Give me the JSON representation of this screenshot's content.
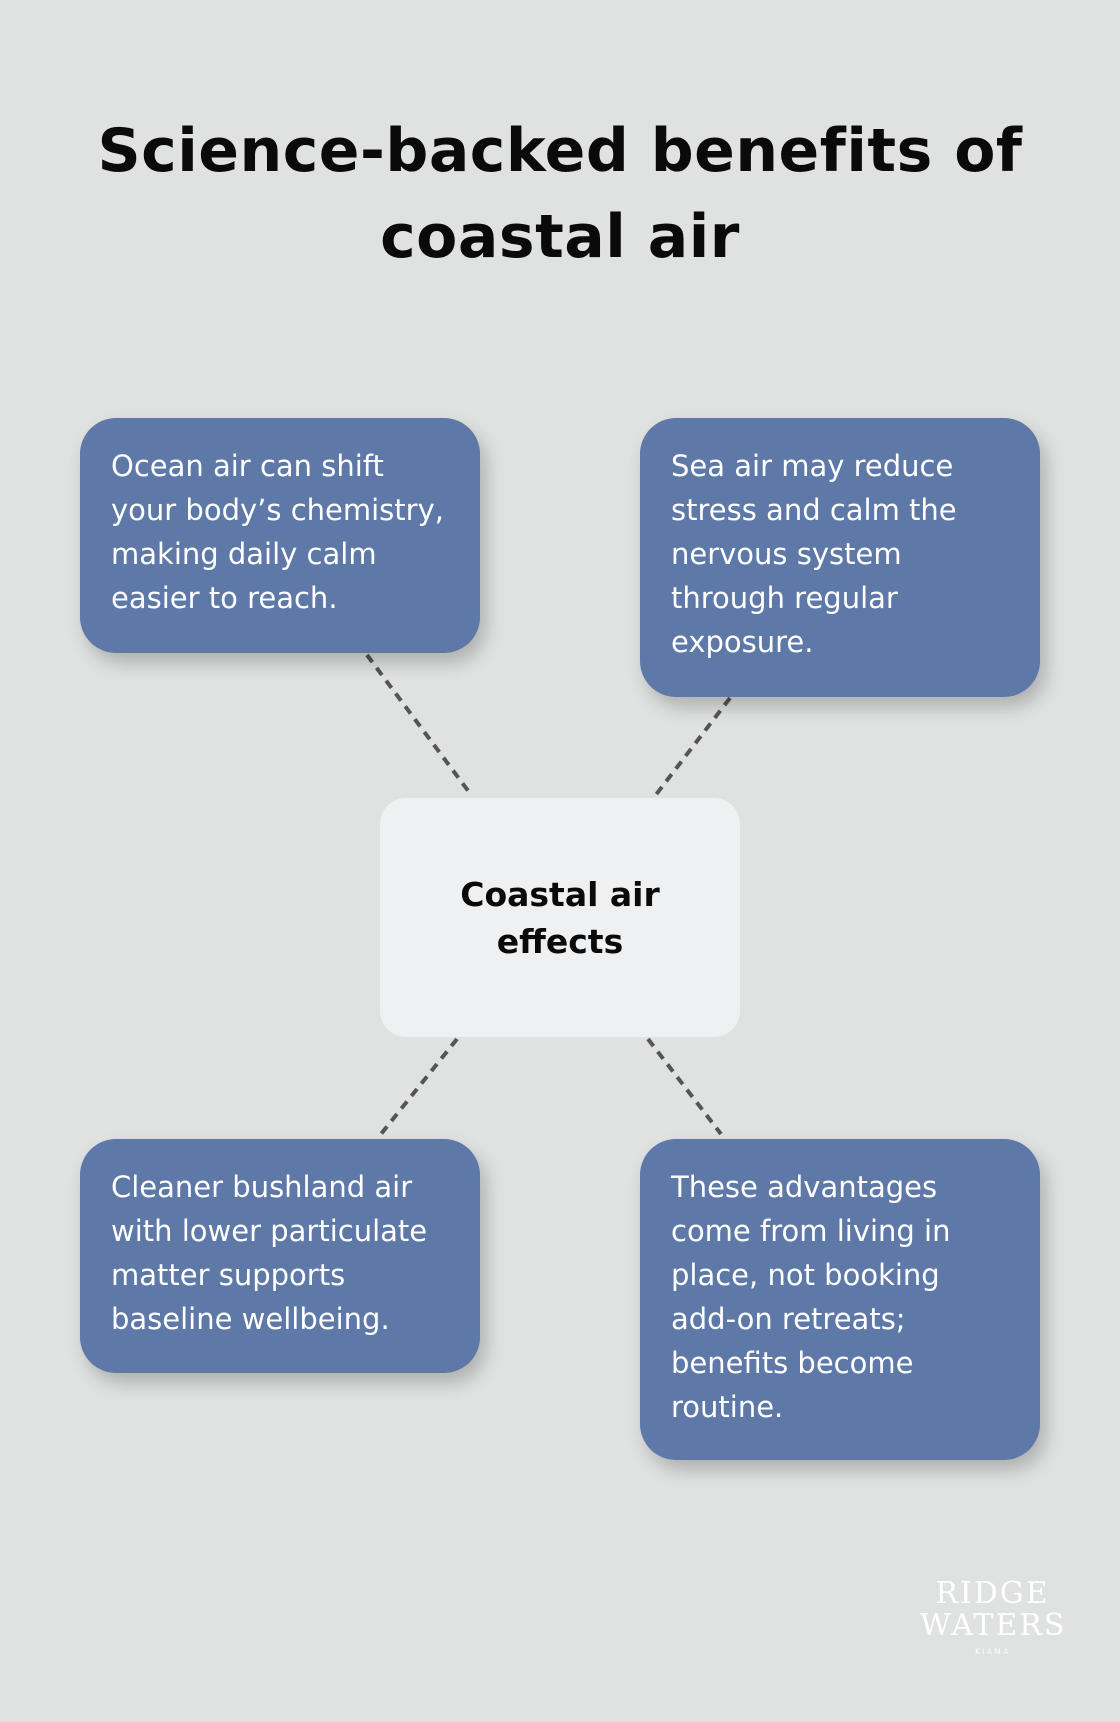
{
  "title": {
    "line1": "Science-backed benefits of",
    "line2": "coastal air"
  },
  "center": {
    "line1": "Coastal air",
    "line2": "effects"
  },
  "nodes": [
    {
      "text": "Ocean air can shift your body’s chemistry, making daily calm easier to reach."
    },
    {
      "text": "Sea air may reduce stress and calm the nervous system through regular exposure."
    },
    {
      "text": "Cleaner bushland air with lower particulate matter supports baseline wellbeing."
    },
    {
      "text": "These advantages come from living in place, not booking add-on retreats; benefits become routine."
    }
  ],
  "logo": {
    "line1": "RIDGE",
    "line2": "WATERS",
    "line3": "KIAMA"
  },
  "colors": {
    "background": "#e0e2e1",
    "node": "#5e78a8",
    "center": "#eff0f2",
    "connector": "#555555"
  }
}
